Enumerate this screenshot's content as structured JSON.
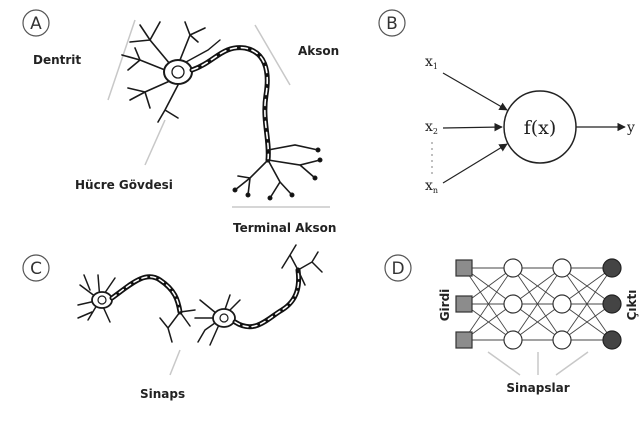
{
  "panels": {
    "a": {
      "letter": "A",
      "dendrite_label": "Dentrit",
      "axon_label": "Akson",
      "soma_label": "Hücre Gövdesi",
      "terminal_label": "Terminal Akson"
    },
    "b": {
      "letter": "B",
      "inputs": [
        {
          "base": "x",
          "sub": "1"
        },
        {
          "base": "x",
          "sub": "2"
        },
        {
          "base": "x",
          "sub": "n"
        }
      ],
      "function_label": "f(x)",
      "output_label": "y"
    },
    "c": {
      "letter": "C",
      "synapse_label": "Sinaps"
    },
    "d": {
      "letter": "D",
      "input_label": "Girdi",
      "output_label": "Çıktı",
      "synapses_label": "Sinapslar",
      "layers": [
        3,
        3,
        3,
        3
      ]
    }
  }
}
